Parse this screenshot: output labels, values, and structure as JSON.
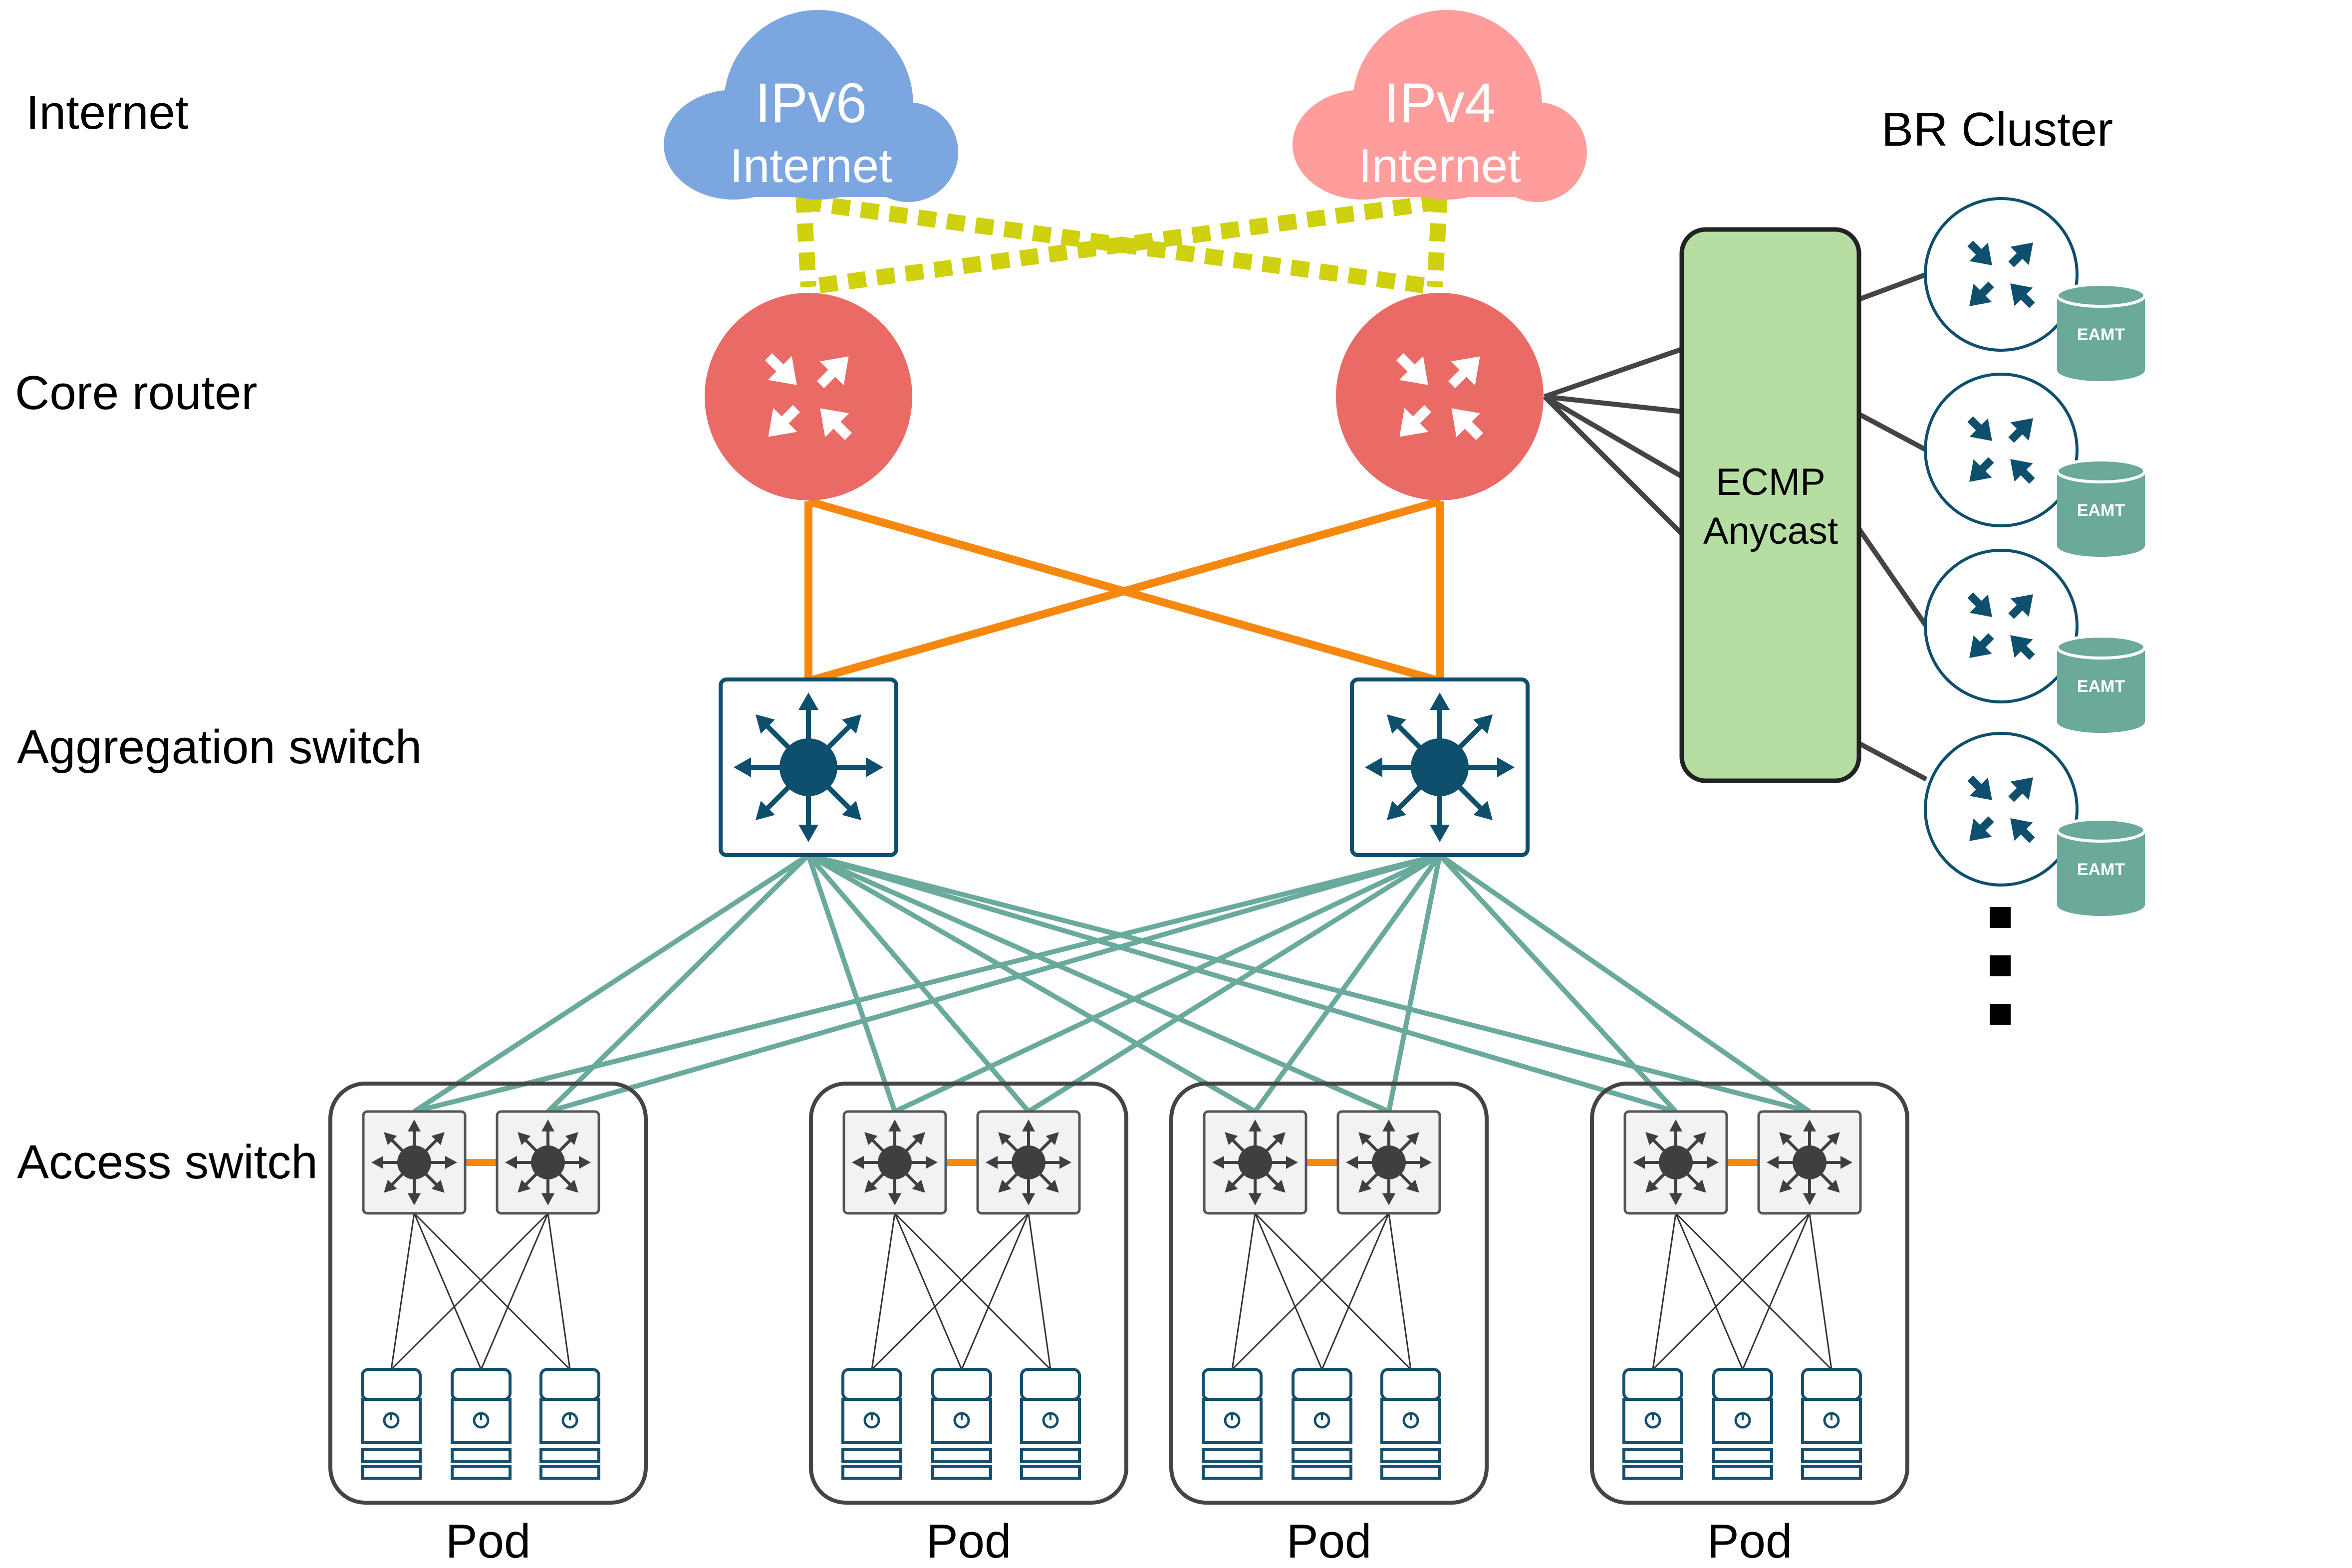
{
  "row_labels": {
    "internet": "Internet",
    "core": "Core router",
    "aggregation": "Aggregation switch",
    "access": "Access switch"
  },
  "clouds": [
    {
      "title": "IPv6",
      "subtitle": "Internet",
      "color": "#7CA6E0"
    },
    {
      "title": "IPv4",
      "subtitle": "Internet",
      "color": "#FF9C9C"
    }
  ],
  "br_cluster": {
    "title": "BR Cluster",
    "node_badge": "EAMT",
    "node_count": 4,
    "badge_color": "#6BAA9A",
    "router_icon_color": "#0D4F6C"
  },
  "ecmp": {
    "line1": "ECMP",
    "line2": "Anycast",
    "fill": "#B6DEA3"
  },
  "pods": [
    {
      "label": "Pod"
    },
    {
      "label": "Pod"
    },
    {
      "label": "Pod"
    },
    {
      "label": "Pod"
    }
  ],
  "colors": {
    "core_router": "#EA6A66",
    "agg_switch_icon": "#0D4F6C",
    "core_agg_link": "#F7880F",
    "agg_access_link": "#6AAA9C",
    "internet_link": "#CFD10F",
    "access_switch_icon": "#3F3F3F",
    "server": "#14506D"
  }
}
